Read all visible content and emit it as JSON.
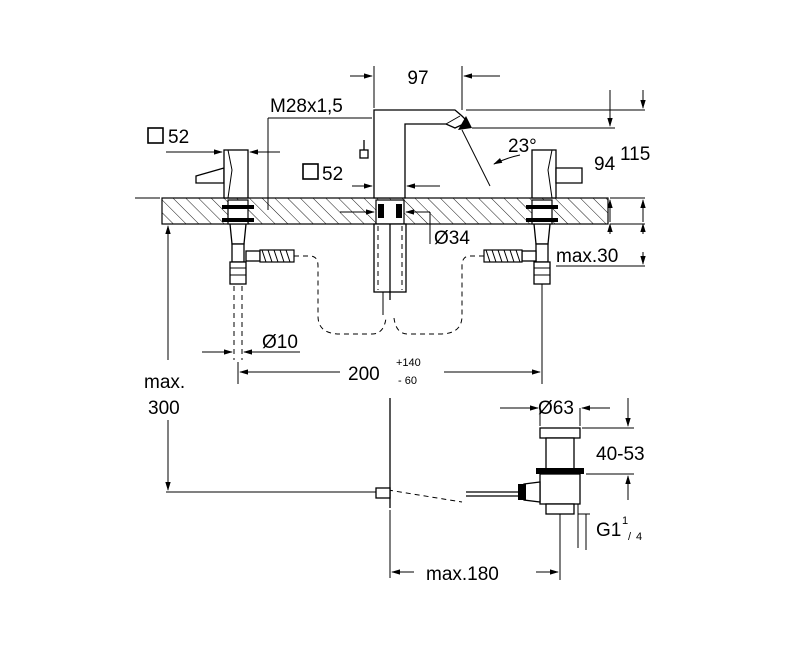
{
  "labels": {
    "d97": "97",
    "m28": "M28x1,5",
    "sq52_left": "52",
    "sq52_mid": "52",
    "angle23": "23°",
    "d94": "94",
    "d115": "115",
    "d34": "Ø34",
    "max30": "max.30",
    "d10": "Ø10",
    "d200": "200",
    "tol_plus": "+140",
    "tol_minus": "- 60",
    "max_word": "max.",
    "max300": "300",
    "d63": "Ø63",
    "d4053": "40-53",
    "g1": "G1",
    "g1_num": "1",
    "g1_den": "4",
    "max180": "max.180"
  }
}
